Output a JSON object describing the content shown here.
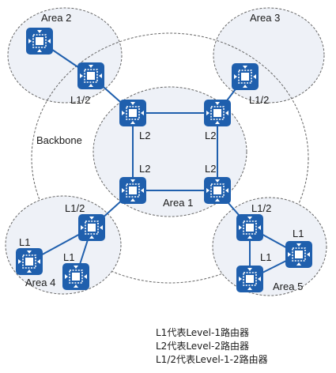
{
  "diagram": {
    "labels": {
      "area2": "Area 2",
      "area3": "Area 3",
      "backbone": "Backbone",
      "area1": "Area 1",
      "area4": "Area 4",
      "area5": "Area 5",
      "r_area2_l12": "L1/2",
      "r_area3_l12": "L1/2",
      "r_core_tl": "L2",
      "r_core_tr": "L2",
      "r_core_bl": "L2",
      "r_core_br": "L2",
      "r_area4_l12": "L1/2",
      "r_area4_l1a": "L1",
      "r_area4_l1b": "L1",
      "r_area5_l12": "L1/2",
      "r_area5_l1a": "L1",
      "r_area5_l1b": "L1"
    },
    "icon": "router-icon",
    "colors": {
      "router": "#1f5fad",
      "link": "#1f5fad",
      "area_fill": "#eef1f7",
      "area_stroke": "#666666"
    }
  },
  "legend": {
    "line1": "L1代表Level-1路由器",
    "line2": "L2代表Level-2路由器",
    "line3": "L1/2代表Level-1-2路由器"
  }
}
